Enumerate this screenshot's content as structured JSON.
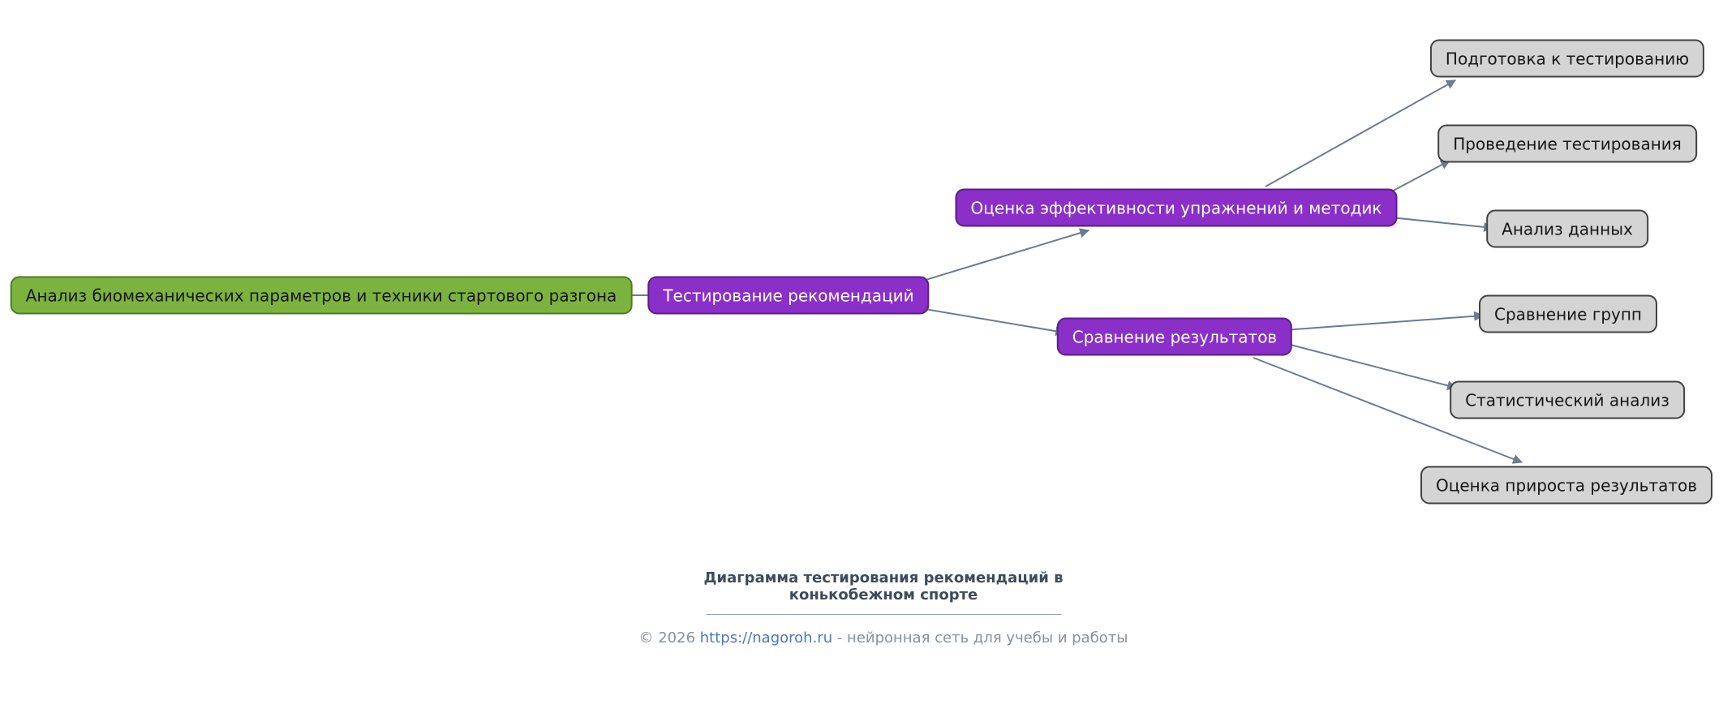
{
  "diagram": {
    "nodes": {
      "root": "Анализ биомеханических параметров и техники стартового разгона",
      "testing": "Тестирование рекомендаций",
      "evaluation": "Оценка эффективности упражнений и методик",
      "comparison": "Сравнение результатов",
      "preparation": "Подготовка к тестированию",
      "conducting": "Проведение тестирования",
      "data_analysis": "Анализ данных",
      "group_comparison": "Сравнение групп",
      "statistical_analysis": "Статистический анализ",
      "result_growth": "Оценка прироста результатов"
    },
    "colors": {
      "root_fill": "#7cb33e",
      "root_border": "#4e7a23",
      "branch_fill": "#8b2fc9",
      "branch_border": "#5c1d8a",
      "leaf_fill": "#d4d4d4",
      "leaf_border": "#424242",
      "edge": "#6b7c8f",
      "link": "#4a77c4"
    }
  },
  "caption": {
    "title_line1": "Диаграмма тестирования рекомендаций в",
    "title_line2": "конькобежном спорте",
    "footer": {
      "prefix": "© 2026 ",
      "link": "https://nagoroh.ru",
      "suffix": " - нейронная сеть для учебы и работы"
    }
  }
}
